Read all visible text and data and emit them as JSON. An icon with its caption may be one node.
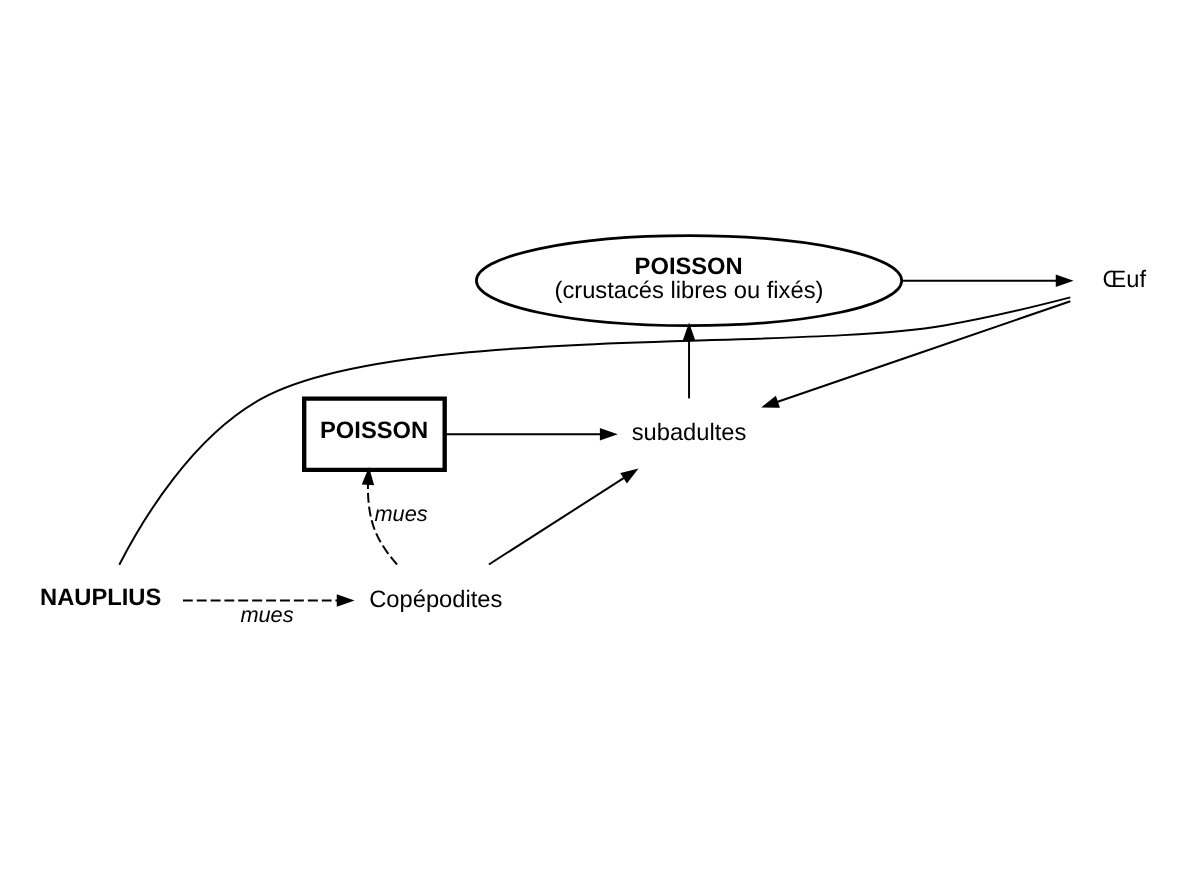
{
  "diagram": {
    "nodes": [
      {
        "text": [
          "POISSON",
          "(crustacés libres ou fixés)"
        ]
      },
      {
        "text": [
          "Œuf"
        ]
      },
      {
        "text": [
          "subadultes"
        ]
      },
      {
        "text": [
          "POISSON"
        ]
      },
      {
        "text": [
          "NAUPLIUS"
        ]
      },
      {
        "text": [
          "Copépodites"
        ]
      }
    ],
    "edges": [
      {
        "from": 0,
        "to": 1,
        "arrow": "to"
      },
      {
        "from": 1,
        "to": 2,
        "arrow": "to"
      },
      {
        "from": 1,
        "to": 4,
        "arrow": "none"
      },
      {
        "from": 4,
        "to": 5,
        "arrow": "to",
        "style": "dashed",
        "label": "mues"
      },
      {
        "from": 5,
        "to": 3,
        "arrow": "to",
        "style": "dashed",
        "label": "mues"
      },
      {
        "from": 5,
        "to": 2,
        "arrow": "to"
      },
      {
        "from": 2,
        "to": 0,
        "arrow": "to"
      },
      {
        "from": 3,
        "to": 2,
        "arrow": "to"
      }
    ]
  }
}
